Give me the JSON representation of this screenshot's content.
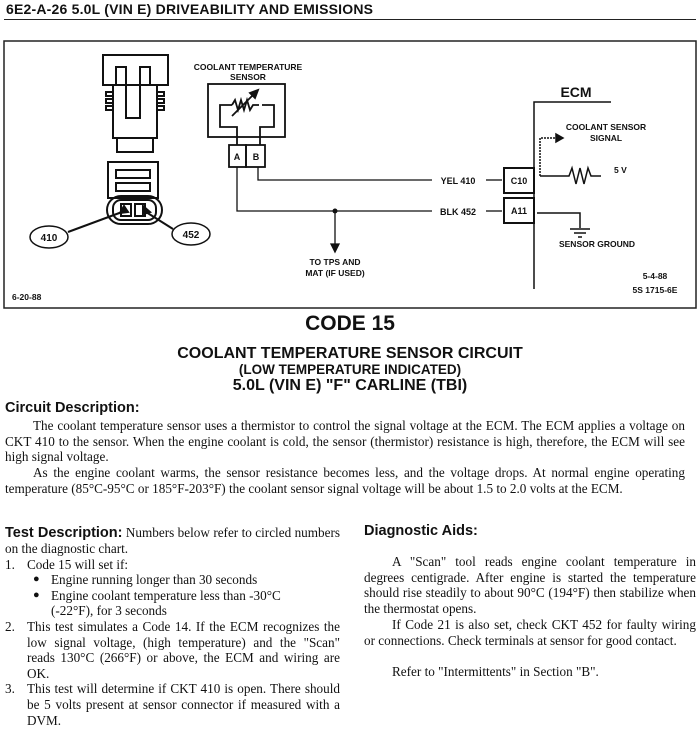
{
  "header": "6E2-A-26  5.0L (VIN E)  DRIVEABILITY AND EMISSIONS",
  "diagram": {
    "sensor_label_1": "COOLANT TEMPERATURE",
    "sensor_label_2": "SENSOR",
    "terminal_a": "A",
    "terminal_b": "B",
    "circle_410": "410",
    "circle_452": "452",
    "wire_yel": "YEL  410",
    "wire_blk": "BLK  452",
    "pin_c10": "C10",
    "pin_a11": "A11",
    "ecm": "ECM",
    "signal_1": "COOLANT SENSOR",
    "signal_2": "SIGNAL",
    "volt": "5 V",
    "ground": "SENSOR GROUND",
    "tps_1": "TO TPS AND",
    "tps_2": "MAT (IF USED)",
    "date_left": "6-20-88",
    "date_right": "5-4-88",
    "fig_id": "5S 1715-6E"
  },
  "title": {
    "code": "CODE 15",
    "line1": "COOLANT TEMPERATURE SENSOR CIRCUIT",
    "line2": "(LOW TEMPERATURE INDICATED)",
    "line3": "5.0L (VIN E) \"F\" CARLINE (TBI)"
  },
  "circuit": {
    "heading": "Circuit Description:",
    "p1": "The coolant temperature sensor uses a thermistor to control the signal voltage at the ECM. The ECM applies a voltage on CKT 410 to the sensor. When the engine coolant is cold, the sensor (thermistor) resistance is high, therefore, the ECM will see high signal voltage.",
    "p2": "As the engine coolant warms, the sensor resistance becomes less, and the voltage drops. At normal engine operating temperature (85°C-95°C or 185°F-203°F) the coolant sensor signal voltage will be about 1.5 to 2.0 volts at the ECM."
  },
  "test": {
    "heading": "Test Description:",
    "intro": "Numbers below refer to circled numbers on the diagnostic chart.",
    "items": [
      {
        "n": "1.",
        "text": "Code 15 will set if:"
      },
      {
        "n": "2.",
        "text": "This test simulates a Code 14. If the ECM recognizes the low signal voltage, (high temperature) and the \"Scan\" reads 130°C (266°F) or above, the ECM and wiring are OK."
      },
      {
        "n": "3.",
        "text": "This test will determine if CKT 410 is open. There should be 5 volts present at sensor connector if measured with a DVM."
      }
    ],
    "bullets": [
      "Engine running longer than 30 seconds",
      "Engine coolant temperature less than -30°C",
      "(-22°F), for 3 seconds"
    ]
  },
  "aids": {
    "heading": "Diagnostic Aids:",
    "p1": "A \"Scan\" tool reads engine coolant temperature in degrees centigrade. After engine is started the temperature should rise steadily to about 90°C (194°F) then stabilize when the thermostat opens.",
    "p2": "If Code 21 is also set, check CKT 452 for faulty wiring or connections. Check terminals at sensor for good contact.",
    "p3": "Refer to \"Intermittents\" in Section \"B\"."
  }
}
